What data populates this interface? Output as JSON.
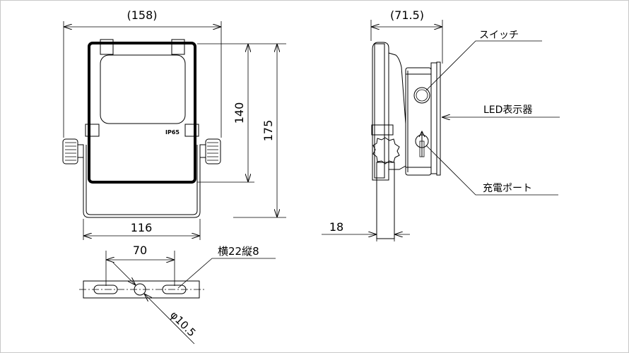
{
  "front_view": {
    "width_overall": "(158)",
    "height_body": "140",
    "height_overall": "175",
    "bracket_width": "116",
    "badge": "IP65"
  },
  "side_view": {
    "depth": "(71.5)",
    "pole_width": "18",
    "labels": {
      "switch": "スイッチ",
      "led_indicator": "LED表示器",
      "charging_port": "充電ポート"
    }
  },
  "bracket_view": {
    "hole_pitch": "70",
    "slot_size": "横22縦8",
    "hole_diameter": "φ10.5"
  }
}
